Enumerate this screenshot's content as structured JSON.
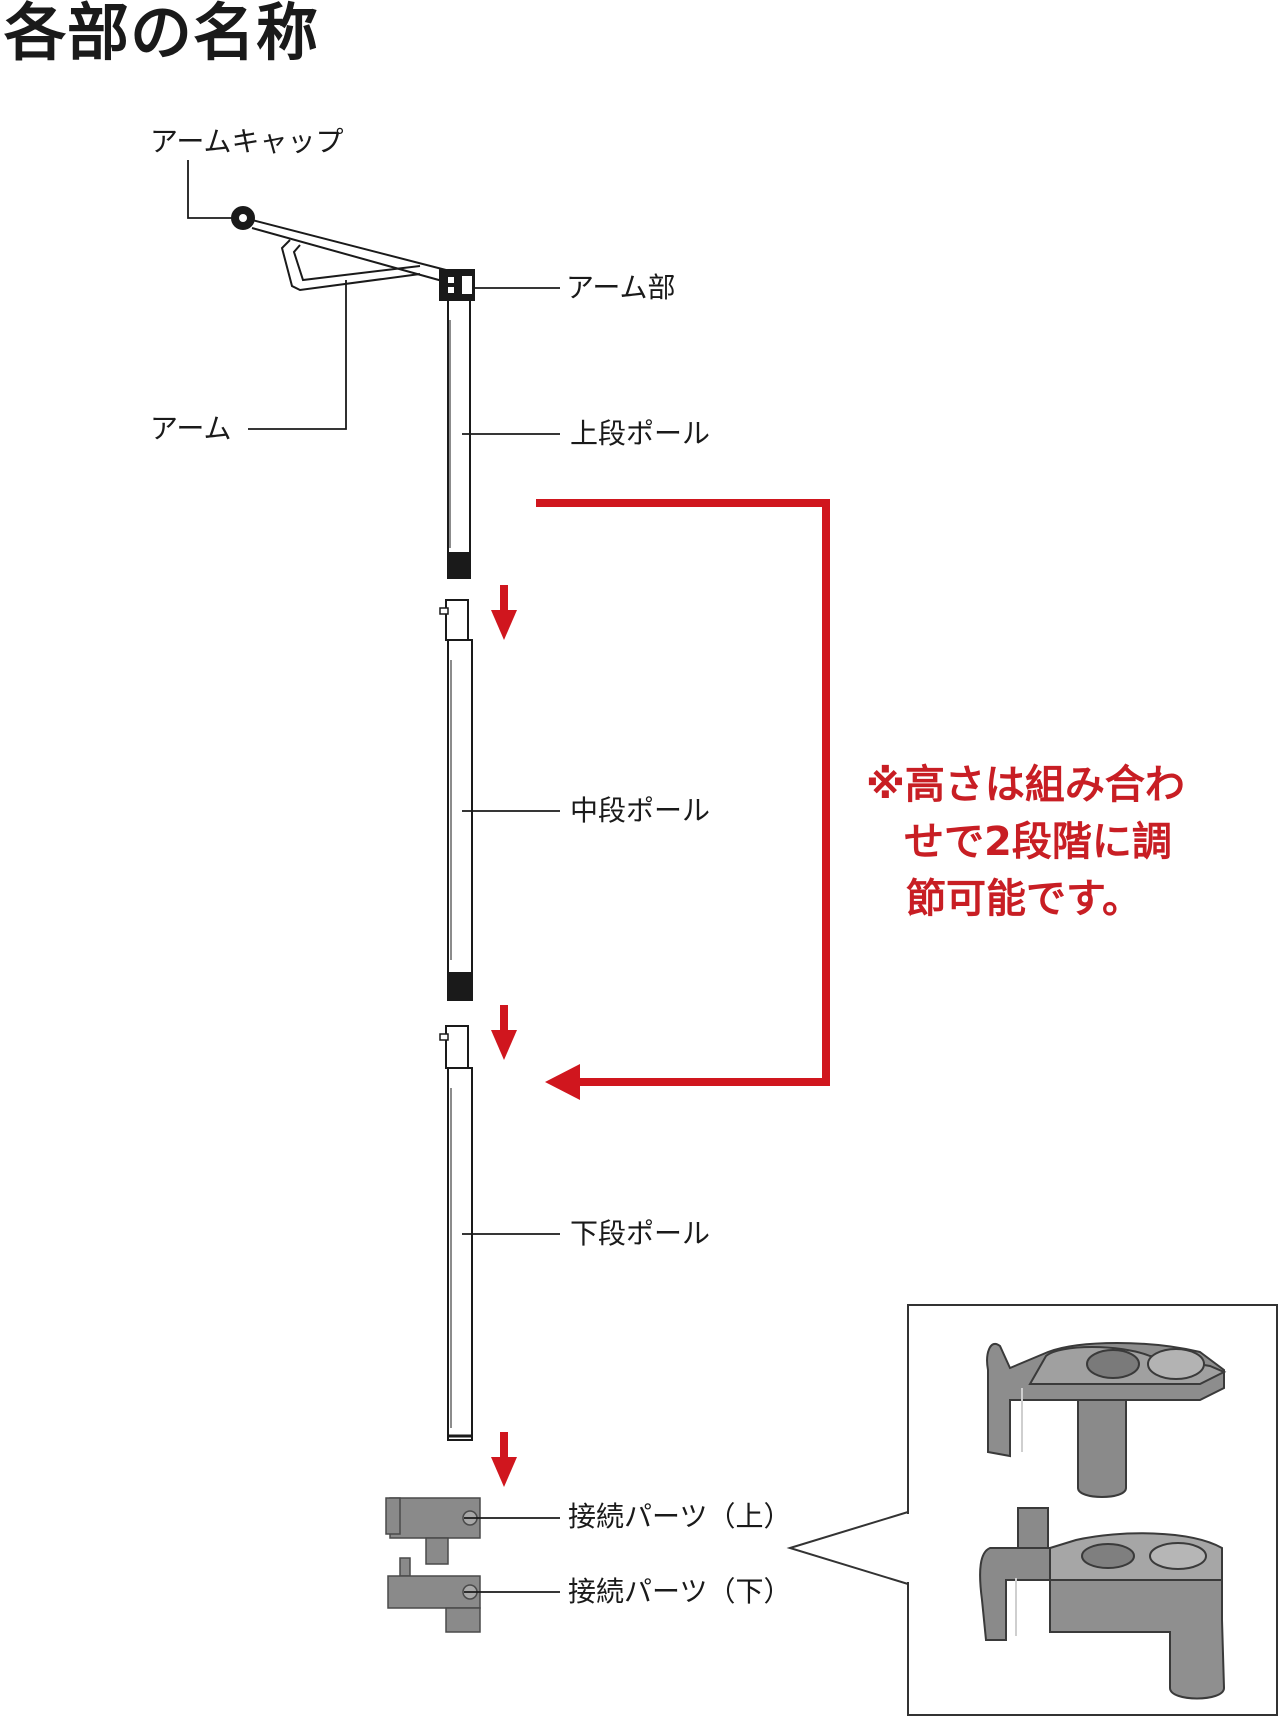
{
  "title": "各部の名称",
  "parts": {
    "arm_cap": "アームキャップ",
    "arm_joint": "アーム部",
    "arm": "アーム",
    "upper_pole": "上段ポール",
    "middle_pole": "中段ポール",
    "lower_pole": "下段ポール",
    "connector_upper": "接続パーツ（上）",
    "connector_lower": "接続パーツ（下）"
  },
  "note": {
    "line1": "※高さは組み合わ",
    "line2": "せで2段階に調",
    "line3": "節可能です。"
  },
  "colors": {
    "accent_red": "#d0161e",
    "part_gray": "#8a8a8a",
    "line": "#1a1a1a"
  }
}
